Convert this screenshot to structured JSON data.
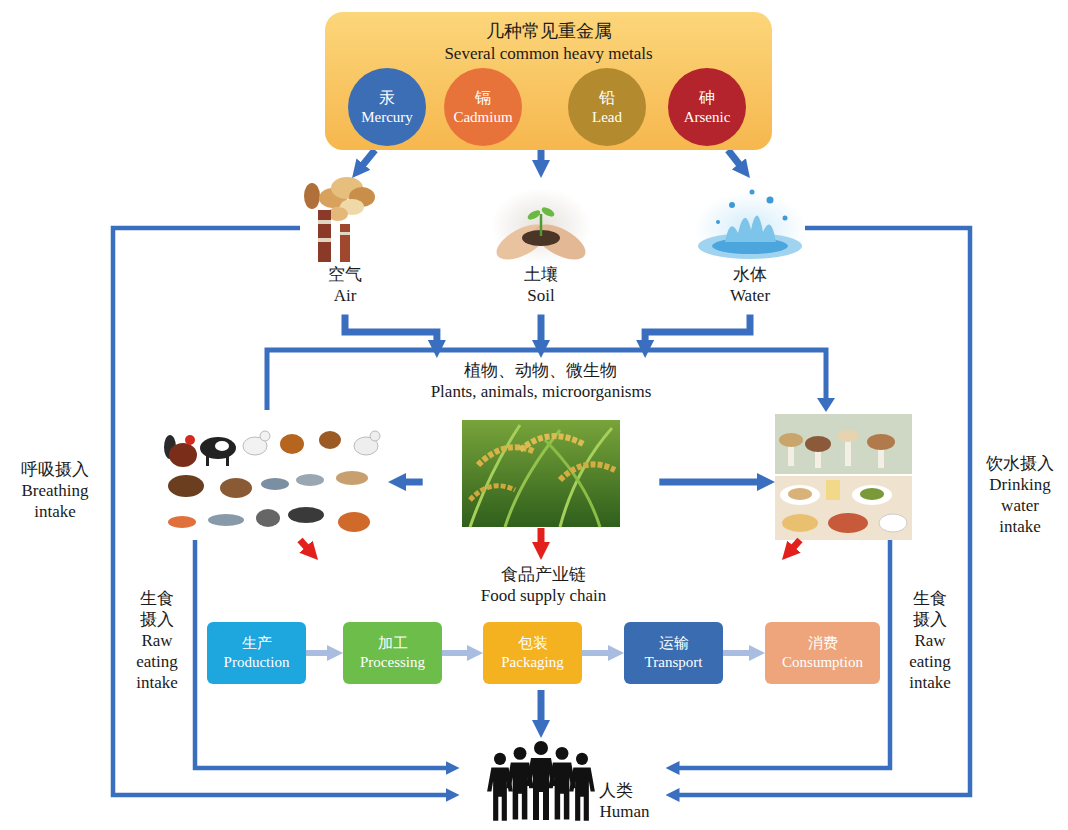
{
  "diagram": {
    "nodes": [
      {
        "text": [
          "几种常见重金属",
          "Several common heavy metals"
        ]
      },
      {
        "text": [
          "汞",
          "Mercury"
        ],
        "in": 0
      },
      {
        "text": [
          "镉",
          "Cadmium"
        ],
        "in": 0
      },
      {
        "text": [
          "铅",
          "Lead"
        ],
        "in": 0
      },
      {
        "text": [
          "砷",
          "Arsenic"
        ],
        "in": 0
      },
      {
        "text": [
          "空气",
          "Air"
        ]
      },
      {
        "text": [
          "土壤",
          "Soil"
        ]
      },
      {
        "text": [
          "水体",
          "Water"
        ]
      },
      {
        "text": [
          "植物、动物、微生物",
          "Plants, animals, microorganisms"
        ]
      },
      {
        "text": []
      },
      {
        "text": []
      },
      {
        "text": [
          "食品产业链",
          "Food supply chain"
        ]
      },
      {
        "text": [
          "生产",
          "Production"
        ],
        "in": 11
      },
      {
        "text": [
          "加工",
          "Processing"
        ],
        "in": 11
      },
      {
        "text": [
          "包装",
          "Packaging"
        ],
        "in": 11
      },
      {
        "text": [
          "运输",
          "Transport"
        ],
        "in": 11
      },
      {
        "text": [
          "消费",
          "Consumption"
        ],
        "in": 11
      },
      {
        "text": [
          "人类",
          "Human"
        ]
      }
    ],
    "edges": [
      {
        "from": 0,
        "to": 5,
        "arrow": "to"
      },
      {
        "from": 0,
        "to": 6,
        "arrow": "to"
      },
      {
        "from": 0,
        "to": 7,
        "arrow": "to"
      },
      {
        "from": 5,
        "to": 8,
        "arrow": "to"
      },
      {
        "from": 6,
        "to": 8,
        "arrow": "to"
      },
      {
        "from": 7,
        "to": 8,
        "arrow": "to"
      },
      {
        "from": 8,
        "to": 9,
        "arrow": "to"
      },
      {
        "from": 8,
        "to": 10,
        "arrow": "to"
      },
      {
        "from": 9,
        "to": 11,
        "arrow": "to"
      },
      {
        "from": 8,
        "to": 11,
        "arrow": "to"
      },
      {
        "from": 10,
        "to": 11,
        "arrow": "to"
      },
      {
        "from": 12,
        "to": 13,
        "arrow": "to"
      },
      {
        "from": 13,
        "to": 14,
        "arrow": "to"
      },
      {
        "from": 14,
        "to": 15,
        "arrow": "to"
      },
      {
        "from": 15,
        "to": 16,
        "arrow": "to"
      },
      {
        "from": 11,
        "to": 17,
        "arrow": "to"
      },
      {
        "from": 9,
        "to": 17,
        "label": "生食摄入 Raw eating intake",
        "arrow": "to"
      },
      {
        "from": 10,
        "to": 17,
        "label": "生食摄入 Raw eating intake",
        "arrow": "to"
      },
      {
        "from": 5,
        "to": 17,
        "label": "呼吸摄入 Breathing intake",
        "arrow": "to"
      },
      {
        "from": 7,
        "to": 17,
        "label": "饮水摄入 Drinking water intake",
        "arrow": "to"
      }
    ]
  }
}
